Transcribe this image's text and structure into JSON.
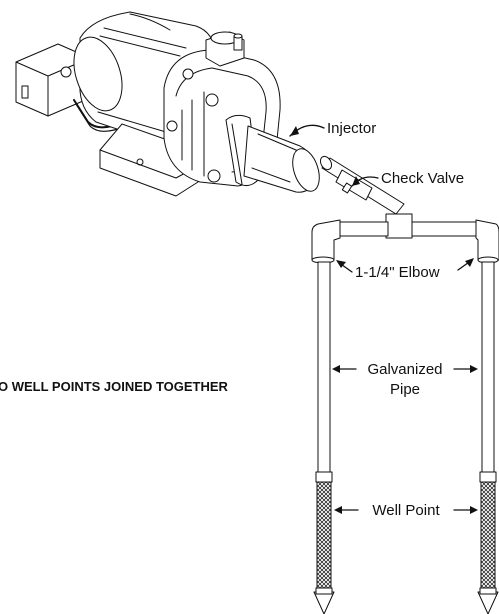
{
  "labels": {
    "injector": "Injector",
    "check_valve": "Check Valve",
    "elbow": "1-1/4\" Elbow",
    "galvanized_line1": "Galvanized",
    "galvanized_line2": "Pipe",
    "well_point": "Well Point",
    "caption": "O WELL POINTS JOINED TOGETHER"
  },
  "colors": {
    "ink": "#111111",
    "paper": "#ffffff"
  }
}
